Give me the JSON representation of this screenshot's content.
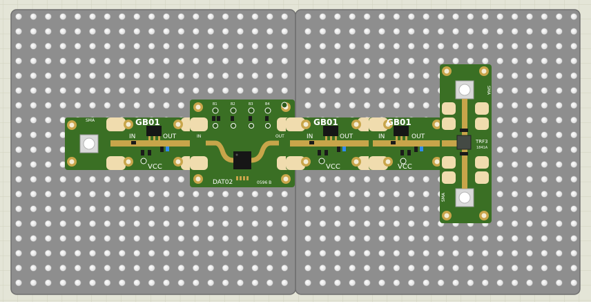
{
  "canvas": {
    "background": "#e4e5d7",
    "grid_line_color": "#cfd1bd"
  },
  "colors": {
    "plate": "#8e8e8e",
    "plate_edge": "#6f6f6f",
    "hole": "#f4f4f4",
    "pcb": "#3a6f24",
    "pcb_dark": "#2c5a1a",
    "gold": "#c8a54a",
    "gold_light": "#f0dcae",
    "chip": "#161616",
    "silk": "#ffffff",
    "led_blue": "#2f8bf0"
  },
  "boards": {
    "gb01_1": {
      "name": "GB01",
      "in": "IN",
      "out": "OUT",
      "vcc": "VCC"
    },
    "gb01_2": {
      "name": "GB01",
      "in": "IN",
      "out": "OUT",
      "vcc": "VCC"
    },
    "gb01_3": {
      "name": "GB01",
      "in": "IN",
      "out": "OUT",
      "vcc": "VCC"
    },
    "sma_left": {
      "label": "SMA"
    },
    "dat02": {
      "name": "DAT02",
      "code": "0596 B",
      "in": "IN",
      "out": "OUT",
      "bits": [
        "B1",
        "B2",
        "B3",
        "B4"
      ]
    },
    "trf3": {
      "name": "TRF3",
      "sub": "1841A",
      "sma_top": "SMA",
      "sma_bottom": "SMA"
    }
  }
}
